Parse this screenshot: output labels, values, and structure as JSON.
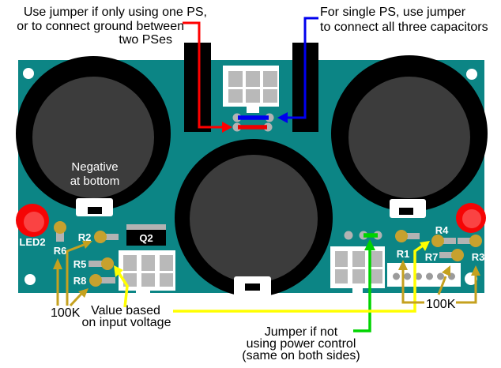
{
  "annotations": {
    "top_left": {
      "line1": "Use jumper if only using one PS,",
      "line2": "or to connect ground between",
      "line3": "two PSes"
    },
    "top_right": {
      "line1": "For single PS, use jumper",
      "line2": "to connect all three capacitors"
    },
    "value_note": {
      "line1": "Value based",
      "line2": "on input voltage"
    },
    "power_jumper_note": {
      "line1": "Jumper if not",
      "line2": "using power control",
      "line3": "(same on both sides)"
    },
    "resistor_value_left": "100K",
    "resistor_value_right": "100K"
  },
  "board": {
    "capacitor_note": {
      "line1": "Negative",
      "line2": "at bottom"
    },
    "labels": {
      "led2": "LED2",
      "r6": "R6",
      "r2": "R2",
      "r5": "R5",
      "r8": "R8",
      "q2": "Q2",
      "r1": "R1",
      "r7": "R7",
      "r4": "R4",
      "r3": "R3"
    }
  },
  "colors": {
    "board_teal": "#0c8585",
    "capacitor_body": "#3c3c3c",
    "pad_gold": "#c7a12e",
    "pad_gray": "#b3b3b3",
    "led_red": "#f50505",
    "annotation_red": "#ff0000",
    "annotation_blue": "#0000ee",
    "annotation_yellow": "#ffff00",
    "annotation_green": "#00d400",
    "annotation_gold": "#c5a11f"
  }
}
